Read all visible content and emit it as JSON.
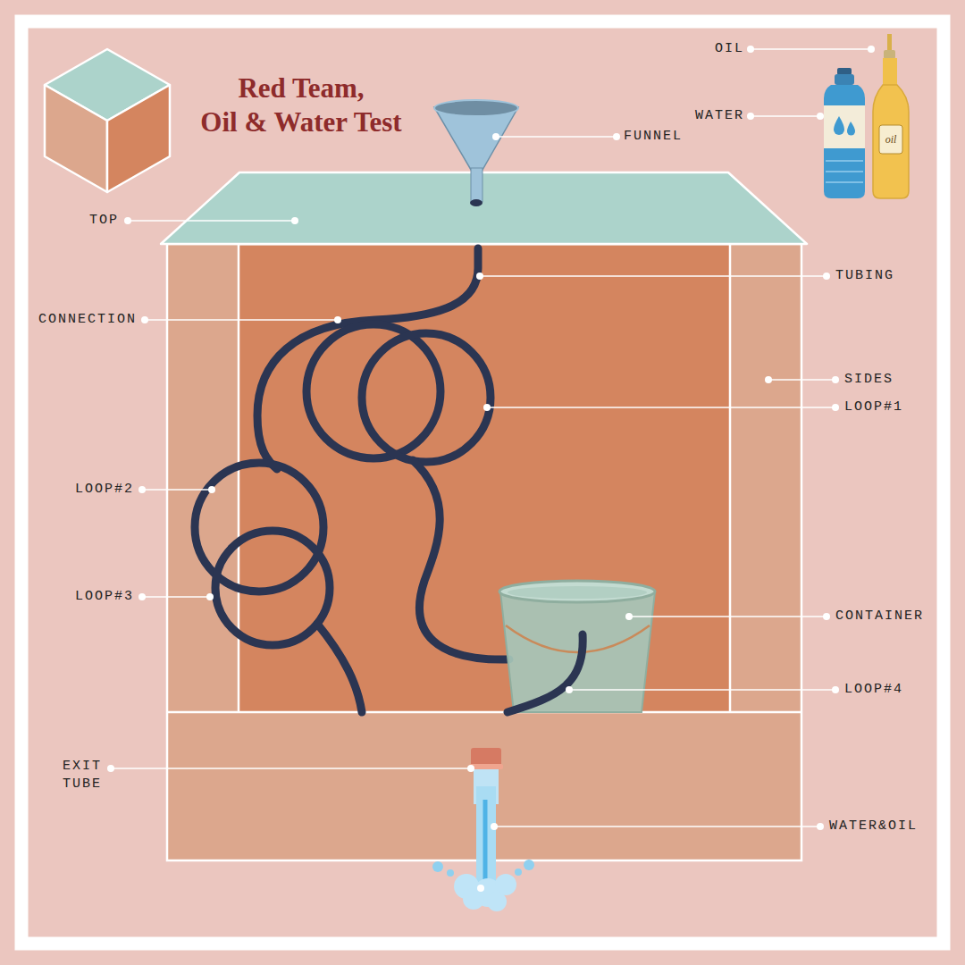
{
  "diagram": {
    "title": "Red Team, Oil & Water Test",
    "labels": [
      "OIL",
      "WATER",
      "FUNNEL",
      "TOP",
      "TUBING",
      "CONNECTION",
      "SIDES",
      "LOOP#1",
      "LOOP#2",
      "LOOP#3",
      "CONTAINER",
      "LOOP#4",
      "EXIT TUBE",
      "WATER&OIL",
      "oil"
    ]
  }
}
